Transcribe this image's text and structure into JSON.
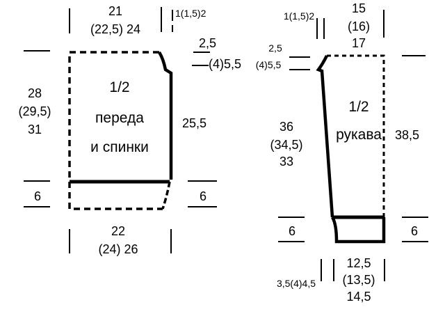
{
  "front_back": {
    "title_line1": "1/2",
    "title_line2": "переда",
    "title_line3": "и спинки",
    "top_width_1": "21",
    "top_width_2": "(22,5)  24",
    "shoulder_1": "1(1,5)2",
    "armhole_drop_1": "2,5",
    "armhole_drop_2": "(4)5,5",
    "height_1": "28",
    "height_2": "(29,5)",
    "height_3": "31",
    "armhole_height": "25,5",
    "rib_left": "6",
    "rib_right": "6",
    "bottom_width_1": "22",
    "bottom_width_2": "(24)  26"
  },
  "sleeve": {
    "title_line1": "1/2",
    "title_line2": "рукава",
    "top_inset": "1(1,5)2",
    "top_width_1": "15",
    "top_width_2": "(16)",
    "top_width_3": "17",
    "cap_drop_1": "2,5",
    "cap_drop_2": "(4)5,5",
    "height_1": "36",
    "height_2": "(34,5)",
    "height_3": "33",
    "right_height": "38,5",
    "rib_left": "6",
    "rib_right": "6",
    "cuff_inset": "3,5(4)4,5",
    "cuff_width_1": "12,5",
    "cuff_width_2": "(13,5)",
    "cuff_width_3": "14,5"
  },
  "colors": {
    "line": "#000000",
    "background": "#ffffff"
  }
}
